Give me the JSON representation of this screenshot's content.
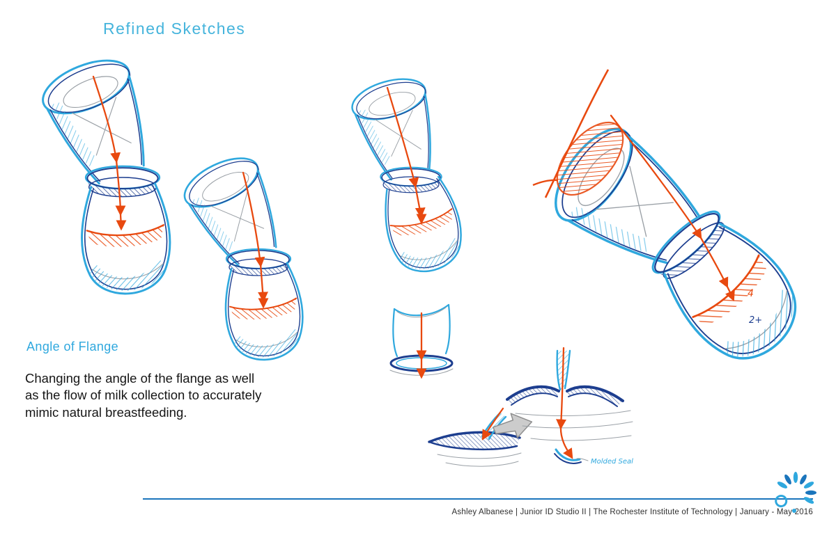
{
  "page": {
    "title": "Refined Sketches",
    "section": {
      "heading": "Angle of Flange",
      "body_lines": [
        "Changing the angle of the flange as well",
        "as the flow of milk collection to accurately",
        "mimic natural breastfeeding."
      ]
    },
    "footer": {
      "credit": "Ashley Albanese | Junior ID Studio II | The Rochester Institute of Technology | January - May 2016"
    },
    "annotations": {
      "molded_seal": "Molded Seal",
      "mark_1": "4",
      "mark_2": "2+"
    },
    "colors": {
      "accent_cyan": "#2FA8DE",
      "sketch_navy": "#1D3E8F",
      "sketch_orange": "#E8490F",
      "footer_line_blue": "#1B75BC",
      "body_text": "#161616"
    }
  }
}
